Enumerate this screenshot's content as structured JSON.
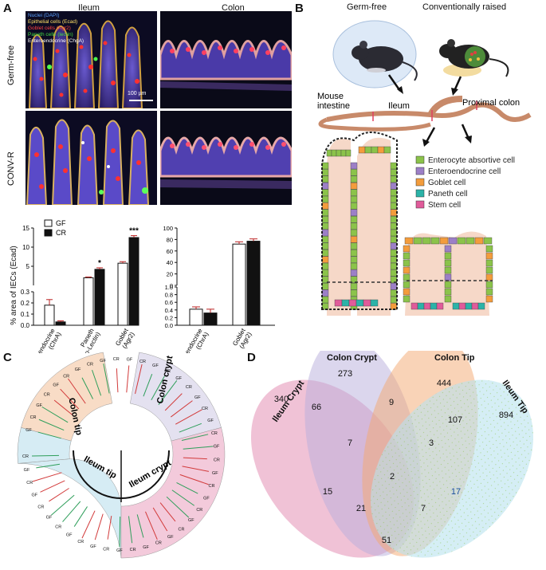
{
  "panelA": {
    "label": "A",
    "col_ileum": "Ileum",
    "col_colon": "Colon",
    "row_gf": "Germ-free",
    "row_cr": "CONV-R",
    "stain_legend": [
      {
        "text": "Nuclei (DAPI)",
        "color": "#5aa0ff"
      },
      {
        "text": "Epithelial cells (Ecad)",
        "color": "#ffe066"
      },
      {
        "text": "Goblet cells (Agr2)",
        "color": "#ff4444"
      },
      {
        "text": "Paneth cells (lectin)",
        "color": "#44dd44"
      },
      {
        "text": "Enteroendocrine (ChgA)",
        "color": "#ffffff"
      }
    ],
    "scale_bar": "100 µm"
  },
  "panelB": {
    "label": "B",
    "germ_free": "Germ-free",
    "conv_raised": "Conventionally raised",
    "mouse_intestine_1": "Mouse",
    "mouse_intestine_2": "intestine",
    "ileum": "Ileum",
    "proximal_colon": "Proximal colon",
    "legend": [
      {
        "text": "Enterocyte absortive cell",
        "color": "#8bc34a"
      },
      {
        "text": "Enteroendocrine cell",
        "color": "#9c7fc7"
      },
      {
        "text": "Goblet cell",
        "color": "#f39c3c"
      },
      {
        "text": "Paneth cell",
        "color": "#2bb3a8"
      },
      {
        "text": "Stem cell",
        "color": "#e05b9a"
      }
    ]
  },
  "panelC": {
    "label": "C",
    "clusters": [
      "Colon tip",
      "Colon crypt",
      "Ileum tip",
      "Ileum crypt"
    ],
    "leaf_labels": [
      "GF",
      "CR"
    ]
  },
  "panelD": {
    "label": "D",
    "sets": [
      "Ileum Crypt",
      "Colon Crypt",
      "Colon Tip",
      "Ileum Tip"
    ],
    "counts": {
      "ileum_crypt_only": "340",
      "colon_crypt_only": "273",
      "colon_tip_only": "444",
      "ileum_tip_only": "894",
      "ic_cc": "66",
      "cc_ct": "9",
      "ct_it": "107",
      "ic_cc_ct": "7",
      "cc_ct_it": "3",
      "all": "2",
      "ic_ct": "15",
      "ic_ct_it": "21",
      "ic_cc_it": "7",
      "cc_it": "17",
      "ic_it": "51"
    }
  },
  "chart_data": [
    {
      "type": "bar",
      "title": "",
      "ylabel": "% area of IECs (Ecad)",
      "categories": [
        "Enteroendocrine (ChrA)",
        "Paneth (Iso-Lectin)",
        "Goblet (Agr2)"
      ],
      "series": [
        {
          "name": "GF",
          "values": [
            0.18,
            2.0,
            5.8
          ]
        },
        {
          "name": "CR",
          "values": [
            0.03,
            4.2,
            12.5
          ]
        }
      ],
      "errors": {
        "GF": [
          0.05,
          0.2,
          0.4
        ],
        "CR": [
          0.01,
          0.4,
          0.5
        ]
      },
      "significance": [
        "",
        "*",
        "***"
      ],
      "ylim": [
        0,
        15
      ],
      "yticks": [
        "0.0",
        "0.1",
        "0.2",
        "0.3",
        "5",
        "10",
        "15"
      ],
      "axis_break": true,
      "legend_location": "top-left"
    },
    {
      "type": "bar",
      "title": "",
      "ylabel": "",
      "categories": [
        "Enteroendocrine (ChrA)",
        "Goblet (Agr2)"
      ],
      "series": [
        {
          "name": "GF",
          "values": [
            0.42,
            72
          ]
        },
        {
          "name": "CR",
          "values": [
            0.32,
            77
          ]
        }
      ],
      "errors": {
        "GF": [
          0.06,
          4
        ],
        "CR": [
          0.1,
          4
        ]
      },
      "ylim": [
        0,
        100
      ],
      "yticks": [
        "0.0",
        "0.2",
        "0.4",
        "0.6",
        "0.8",
        "1.0",
        "0",
        "20",
        "40",
        "60",
        "80",
        "100"
      ],
      "axis_break": true
    }
  ]
}
